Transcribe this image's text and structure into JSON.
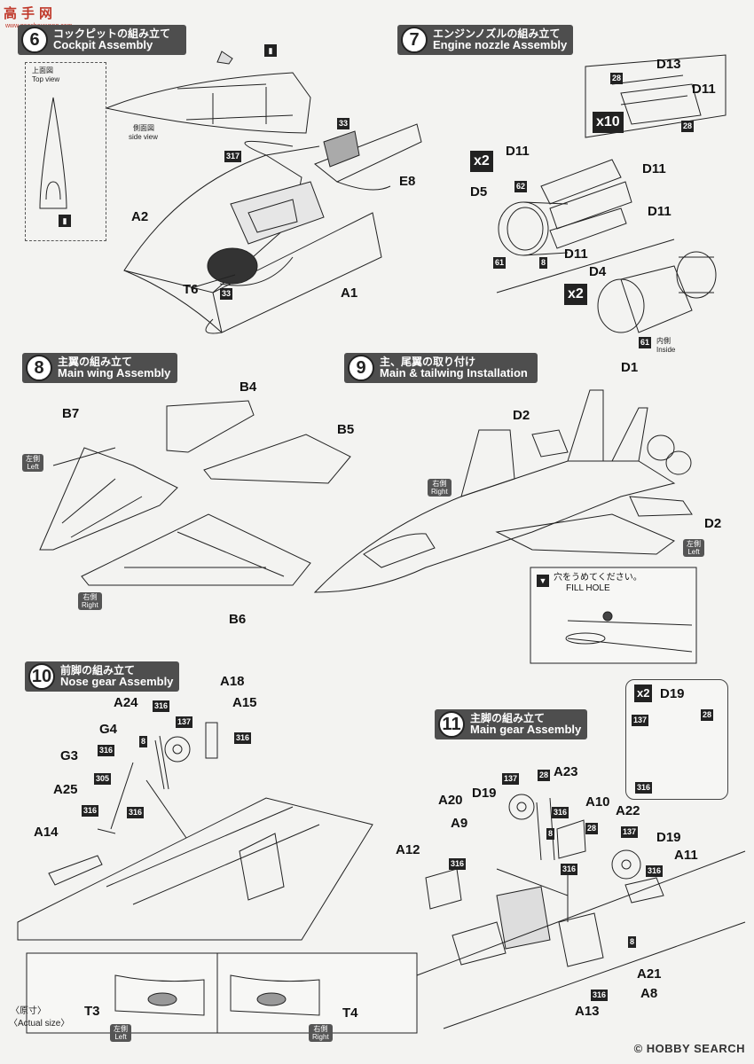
{
  "watermark": {
    "logo_chars": [
      "高",
      "手",
      "网"
    ],
    "logo_url": "www.gaoshouwang.com",
    "footer": "HOBBY SEARCH",
    "footer_copyright": "©"
  },
  "steps": {
    "step6": {
      "num": "6",
      "title_jp": "コックピットの組み立て",
      "title_en": "Cockpit Assembly",
      "top_view_jp": "上面図",
      "top_view_en": "Top view",
      "side_view_jp": "側面図",
      "side_view_en": "side view",
      "parts": {
        "a2": "A2",
        "a1": "A1",
        "t6": "T6",
        "e8": "E8"
      },
      "paints": {
        "p33a": "33",
        "p317": "317",
        "p33b": "33"
      }
    },
    "step7": {
      "num": "7",
      "title_jp": "エンジンノズルの組み立て",
      "title_en": "Engine nozzle Assembly",
      "parts": {
        "d13": "D13",
        "d11a": "D11",
        "d11b": "D11",
        "d11c": "D11",
        "d11d": "D11",
        "d11e": "D11",
        "d5": "D5",
        "d4": "D4"
      },
      "paints": {
        "p28a": "28",
        "p28b": "28",
        "p62": "62",
        "p61a": "61",
        "p8": "8",
        "p61b": "61"
      },
      "multipliers": {
        "x10": "x10",
        "x2a": "x2",
        "x2b": "x2"
      },
      "inside_jp": "内側",
      "inside_en": "Inside"
    },
    "step8": {
      "num": "8",
      "title_jp": "主翼の組み立て",
      "title_en": "Main wing Assembly",
      "parts": {
        "b4": "B4",
        "b5": "B5",
        "b7": "B7",
        "b6": "B6"
      },
      "left_jp": "左側",
      "left_en": "Left",
      "right_jp": "右側",
      "right_en": "Right"
    },
    "step9": {
      "num": "9",
      "title_jp": "主、尾翼の取り付け",
      "title_en": "Main & tailwing Installation",
      "parts": {
        "d1": "D1",
        "d2a": "D2",
        "d2b": "D2"
      },
      "right_jp": "右側",
      "right_en": "Right",
      "left_jp": "左側",
      "left_en": "Left",
      "fill_hole_jp": "穴をうめてください。",
      "fill_hole_en": "FILL HOLE"
    },
    "step10": {
      "num": "10",
      "title_jp": "前脚の組み立て",
      "title_en": "Nose gear Assembly",
      "parts": {
        "a18": "A18",
        "a24": "A24",
        "a15": "A15",
        "g4": "G4",
        "g3": "G3",
        "a25": "A25",
        "a14": "A14",
        "t3": "T3",
        "t4": "T4"
      },
      "paints": {
        "p316a": "316",
        "p137": "137",
        "p8": "8",
        "p316b": "316",
        "p305": "305",
        "p316c": "316",
        "p316d": "316",
        "p316e": "316"
      },
      "actual_jp": "〈原寸〉",
      "actual_en": "〈Actual size〉",
      "left_jp": "左側",
      "left_en": "Left",
      "right_jp": "右側",
      "right_en": "Right"
    },
    "step11": {
      "num": "11",
      "title_jp": "主脚の組み立て",
      "title_en": "Main gear Assembly",
      "parts": {
        "d19a": "D19",
        "a23": "A23",
        "a20": "A20",
        "d19b": "D19",
        "a10": "A10",
        "a22": "A22",
        "a9": "A9",
        "d19c": "D19",
        "a12": "A12",
        "a11": "A11",
        "a21": "A21",
        "a8": "A8",
        "a13": "A13"
      },
      "paints": {
        "p137a": "137",
        "p28a": "28",
        "p316a": "316",
        "p8a": "8",
        "p28b": "28",
        "p137b": "137",
        "p316b": "316",
        "p316c": "316",
        "p316d": "316",
        "p8b": "8",
        "p316e": "316",
        "w137": "137",
        "w28": "28",
        "w316": "316"
      },
      "wheel_mult": "x2",
      "wheel_part": "D19"
    }
  },
  "colors": {
    "header_bg": "#4e4e4e",
    "ink": "#111111",
    "paper": "#f3f3f1",
    "watermark": "#c0392b"
  }
}
